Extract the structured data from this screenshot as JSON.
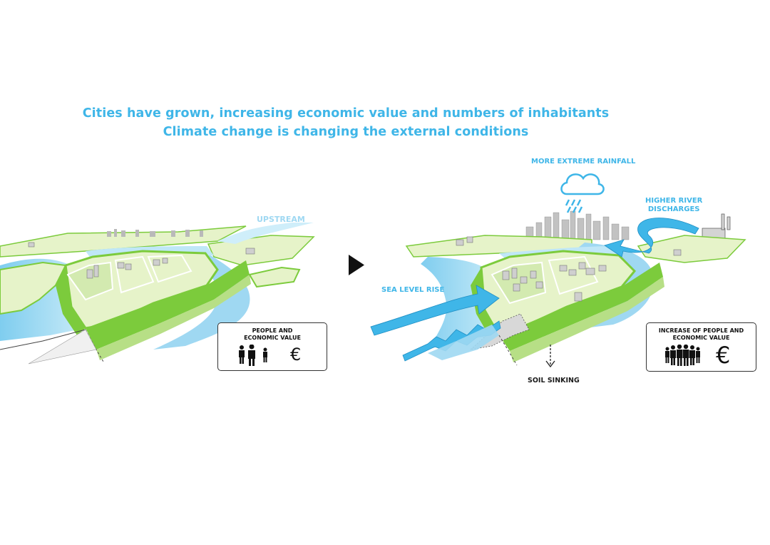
{
  "headline": {
    "line1": "Cities have grown, increasing economic value and numbers of inhabitants",
    "line2": "Climate change is changing the external conditions"
  },
  "labels": {
    "upstream": "UPSTREAM",
    "rainfall": "MORE EXTREME RAINFALL",
    "river_line1": "HIGHER RIVER",
    "river_line2": "DISCHARGES",
    "sea_level": "SEA LEVEL RISE",
    "soil": "SOIL SINKING"
  },
  "info_left": {
    "line1": "PEOPLE AND",
    "line2": "ECONOMIC VALUE",
    "currency": "€"
  },
  "info_right": {
    "line1": "INCREASE OF PEOPLE AND",
    "line2": "ECONOMIC VALUE",
    "currency": "€"
  },
  "colors": {
    "accent": "#3fb6e8",
    "water": "#9fd8f2",
    "land": "#e6f3c9",
    "dike": "#7ccb3c",
    "ink": "#1a1a1a"
  },
  "icons": [
    "play-arrow-icon",
    "rain-cloud-icon",
    "people-icon",
    "crowd-icon",
    "soil-arrow-icon"
  ]
}
